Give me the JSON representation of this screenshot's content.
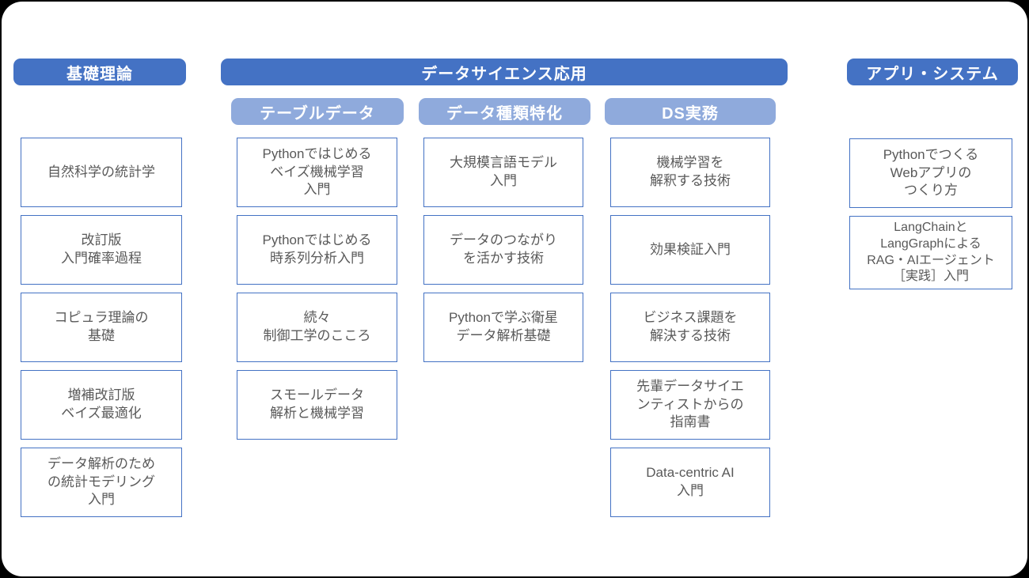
{
  "colors": {
    "header_blue": "#4472C4",
    "subheader_blue": "#8FAADC",
    "box_border": "#4472C4",
    "box_text": "#595959",
    "card_background": "#ffffff",
    "page_background": "#000000"
  },
  "groups": {
    "foundation": {
      "header": "基礎理論",
      "books": [
        "自然科学の統計学",
        "改訂版\n入門確率過程",
        "コピュラ理論の\n基礎",
        "増補改訂版\nベイズ最適化",
        "データ解析のため\nの統計モデリング\n入門"
      ]
    },
    "ds_applied": {
      "header": "データサイエンス応用",
      "subgroups": [
        {
          "header": "テーブルデータ",
          "books": [
            "Pythonではじめる\nベイズ機械学習\n入門",
            "Pythonではじめる\n時系列分析入門",
            "続々\n制御工学のこころ",
            "スモールデータ\n解析と機械学習"
          ]
        },
        {
          "header": "データ種類特化",
          "books": [
            "大規模言語モデル\n入門",
            "データのつながり\nを活かす技術",
            "Pythonで学ぶ衛星\nデータ解析基礎"
          ]
        },
        {
          "header": "DS実務",
          "books": [
            "機械学習を\n解釈する技術",
            "効果検証入門",
            "ビジネス課題を\n解決する技術",
            "先輩データサイエ\nンティストからの\n指南書",
            "Data-centric AI\n入門"
          ]
        }
      ]
    },
    "app_system": {
      "header": "アプリ・システム",
      "books": [
        "Pythonでつくる\nWebアプリの\nつくり方",
        "LangChainと\nLangGraphによる\nRAG・AIエージェント\n［実践］入門"
      ]
    }
  }
}
